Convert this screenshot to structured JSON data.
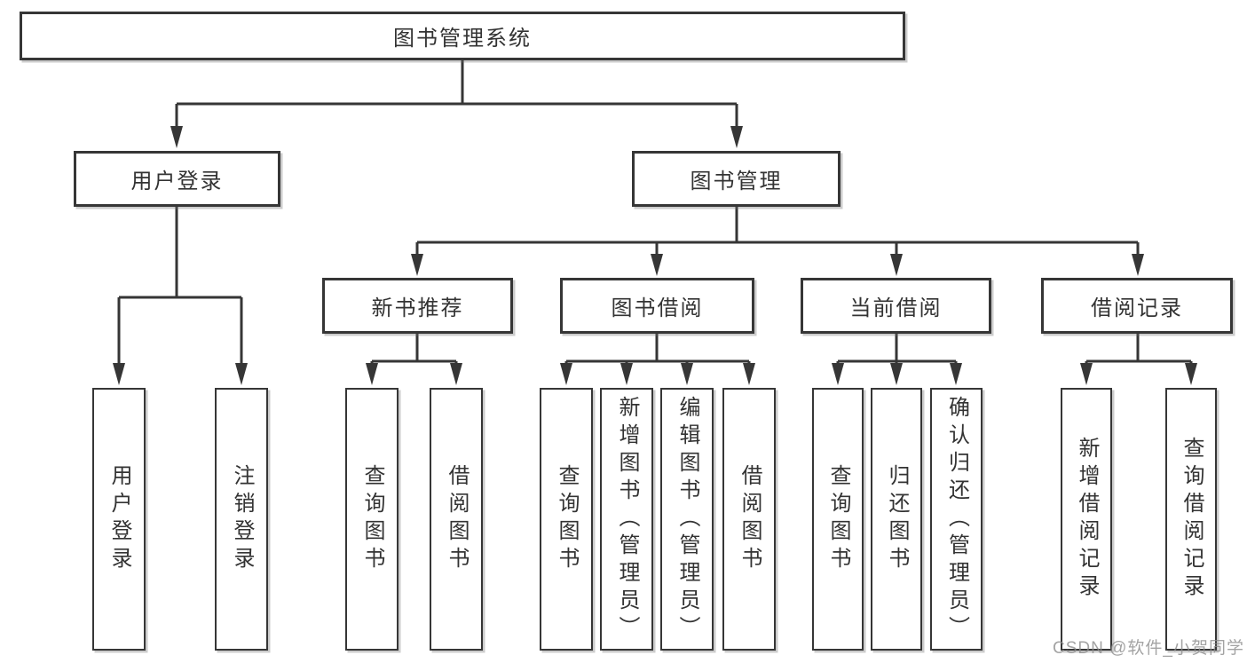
{
  "root": {
    "label": "图书管理系统"
  },
  "branches": [
    {
      "label": "用户登录",
      "leaves": [
        "用户登录",
        "注销登录"
      ]
    },
    {
      "label": "图书管理",
      "sections": [
        {
          "label": "新书推荐",
          "leaves": [
            "查询图书",
            "借阅图书"
          ]
        },
        {
          "label": "图书借阅",
          "leaves": [
            "查询图书",
            "新增图书（管理员）",
            "编辑图书（管理员）",
            "借阅图书"
          ]
        },
        {
          "label": "当前借阅",
          "leaves": [
            "查询图书",
            "归还图书",
            "确认归还（管理员）"
          ]
        },
        {
          "label": "借阅记录",
          "leaves": [
            "新增借阅记录",
            "查询借阅记录"
          ]
        }
      ]
    }
  ],
  "watermark": "CSDN @软件_小贺同学",
  "colors": {
    "line": "#363636",
    "box_border": "#363636",
    "text": "#333333",
    "background": "#ffffff",
    "watermark": "#8c8c8c"
  }
}
